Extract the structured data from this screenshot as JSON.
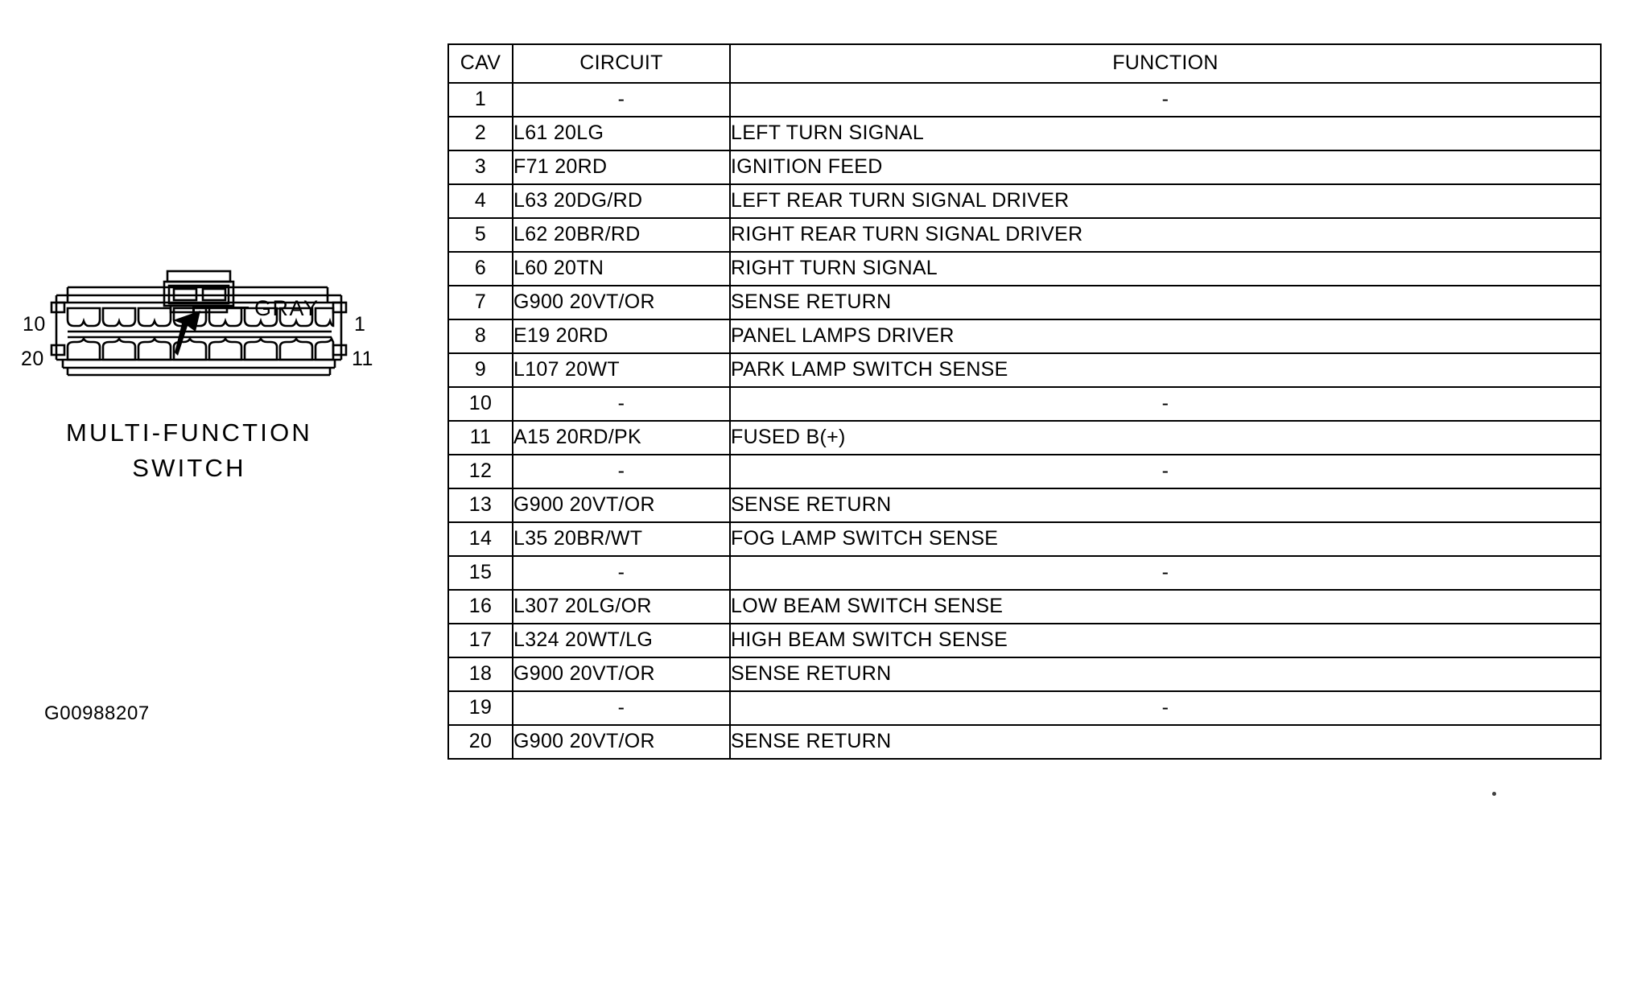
{
  "figure": {
    "id_label": "G00988207",
    "caption_line1": "MULTI-FUNCTION",
    "caption_line2": "SWITCH",
    "callout_label": "GRAY",
    "pin_markers": {
      "top_left": "10",
      "bottom_left": "20",
      "top_right": "1",
      "bottom_right": "11"
    },
    "cavity_count_top_row": 10,
    "cavity_count_bottom_row": 10
  },
  "table": {
    "headers": [
      "CAV",
      "CIRCUIT",
      "FUNCTION"
    ],
    "rows": [
      {
        "cav": "1",
        "circuit": "-",
        "function": "-"
      },
      {
        "cav": "2",
        "circuit": "L61 20LG",
        "function": "LEFT TURN SIGNAL"
      },
      {
        "cav": "3",
        "circuit": "F71 20RD",
        "function": "IGNITION FEED"
      },
      {
        "cav": "4",
        "circuit": "L63 20DG/RD",
        "function": "LEFT REAR TURN SIGNAL DRIVER"
      },
      {
        "cav": "5",
        "circuit": "L62 20BR/RD",
        "function": "RIGHT REAR TURN SIGNAL DRIVER"
      },
      {
        "cav": "6",
        "circuit": "L60 20TN",
        "function": "RIGHT TURN SIGNAL"
      },
      {
        "cav": "7",
        "circuit": "G900 20VT/OR",
        "function": "SENSE RETURN"
      },
      {
        "cav": "8",
        "circuit": "E19 20RD",
        "function": "PANEL LAMPS DRIVER"
      },
      {
        "cav": "9",
        "circuit": "L107 20WT",
        "function": "PARK LAMP SWITCH SENSE"
      },
      {
        "cav": "10",
        "circuit": "-",
        "function": "-"
      },
      {
        "cav": "11",
        "circuit": "A15 20RD/PK",
        "function": "FUSED B(+)"
      },
      {
        "cav": "12",
        "circuit": "-",
        "function": "-"
      },
      {
        "cav": "13",
        "circuit": "G900 20VT/OR",
        "function": "SENSE RETURN"
      },
      {
        "cav": "14",
        "circuit": "L35 20BR/WT",
        "function": "FOG LAMP SWITCH SENSE"
      },
      {
        "cav": "15",
        "circuit": "-",
        "function": "-"
      },
      {
        "cav": "16",
        "circuit": "L307 20LG/OR",
        "function": "LOW BEAM SWITCH SENSE"
      },
      {
        "cav": "17",
        "circuit": "L324 20WT/LG",
        "function": "HIGH BEAM SWITCH SENSE"
      },
      {
        "cav": "18",
        "circuit": "G900 20VT/OR",
        "function": "SENSE RETURN"
      },
      {
        "cav": "19",
        "circuit": "-",
        "function": "-"
      },
      {
        "cav": "20",
        "circuit": "G900 20VT/OR",
        "function": "SENSE RETURN"
      }
    ]
  },
  "colors": {
    "ink": "#000000",
    "paper": "#ffffff"
  }
}
